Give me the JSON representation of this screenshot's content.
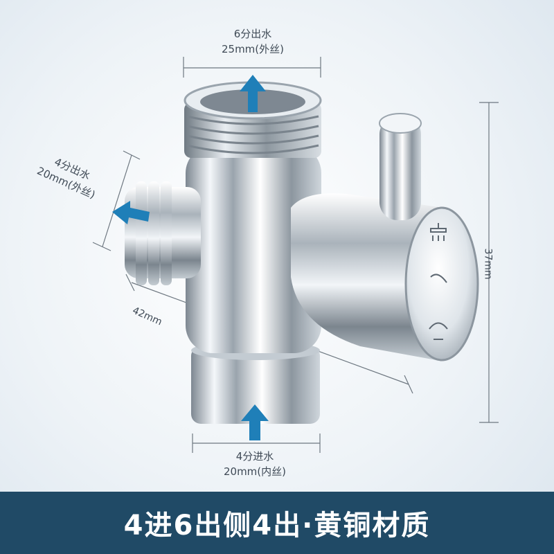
{
  "labels": {
    "top_outlet": {
      "line1": "6分出水",
      "line2": "25mm(外丝)"
    },
    "side_outlet": {
      "line1": "4分出水",
      "line2": "20mm(外丝)"
    },
    "inlet": {
      "line1": "4分进水",
      "line2": "20mm(内丝)"
    },
    "depth_dimension": "42mm",
    "height_dimension": "37mm"
  },
  "banner": {
    "text": "4进6出侧4出·黄铜材质"
  },
  "colors": {
    "banner_bg": "#204a66",
    "arrow": "#1f7fb8",
    "dimension_line": "#6d7780"
  }
}
